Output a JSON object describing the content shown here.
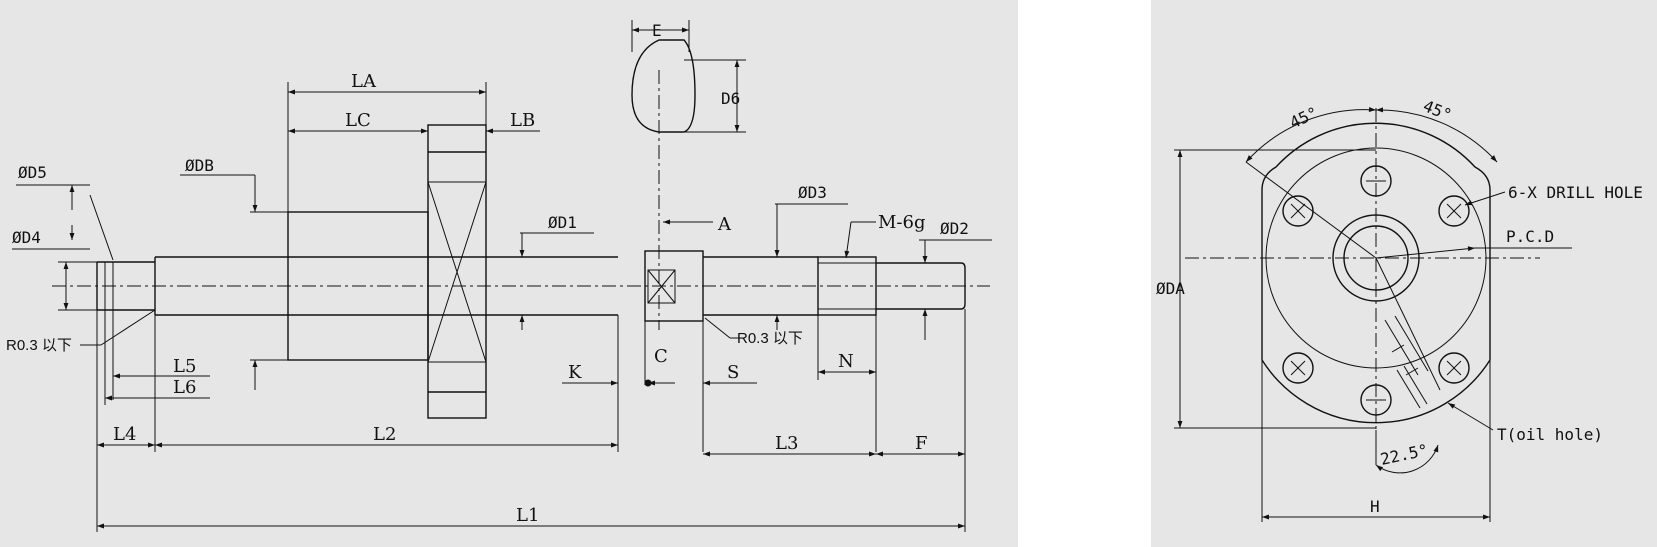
{
  "side_view": {
    "labels": {
      "LA": "LA",
      "LB": "LB",
      "LC": "LC",
      "E": "E",
      "D6": "D6",
      "A": "A",
      "DB": "ØDB",
      "D5": "ØD5",
      "D4": "ØD4",
      "D1": "ØD1",
      "D3": "ØD3",
      "D2": "ØD2",
      "M": "M-6g",
      "R_left": "R0.3 以下",
      "R_right": "R0.3 以下",
      "L5": "L5",
      "L6": "L6",
      "L4": "L4",
      "L2": "L2",
      "L1": "L1",
      "K": "K",
      "C": "C",
      "S": "S",
      "N": "N",
      "L3": "L3",
      "F": "F"
    }
  },
  "flange_view": {
    "labels": {
      "angle_left": "45°",
      "angle_right": "45°",
      "drill": "6-X DRILL HOLE",
      "pcd": "P.C.D",
      "DA": "ØDA",
      "T": "T(oil hole)",
      "angle_225": "22.5°",
      "H": "H"
    }
  }
}
